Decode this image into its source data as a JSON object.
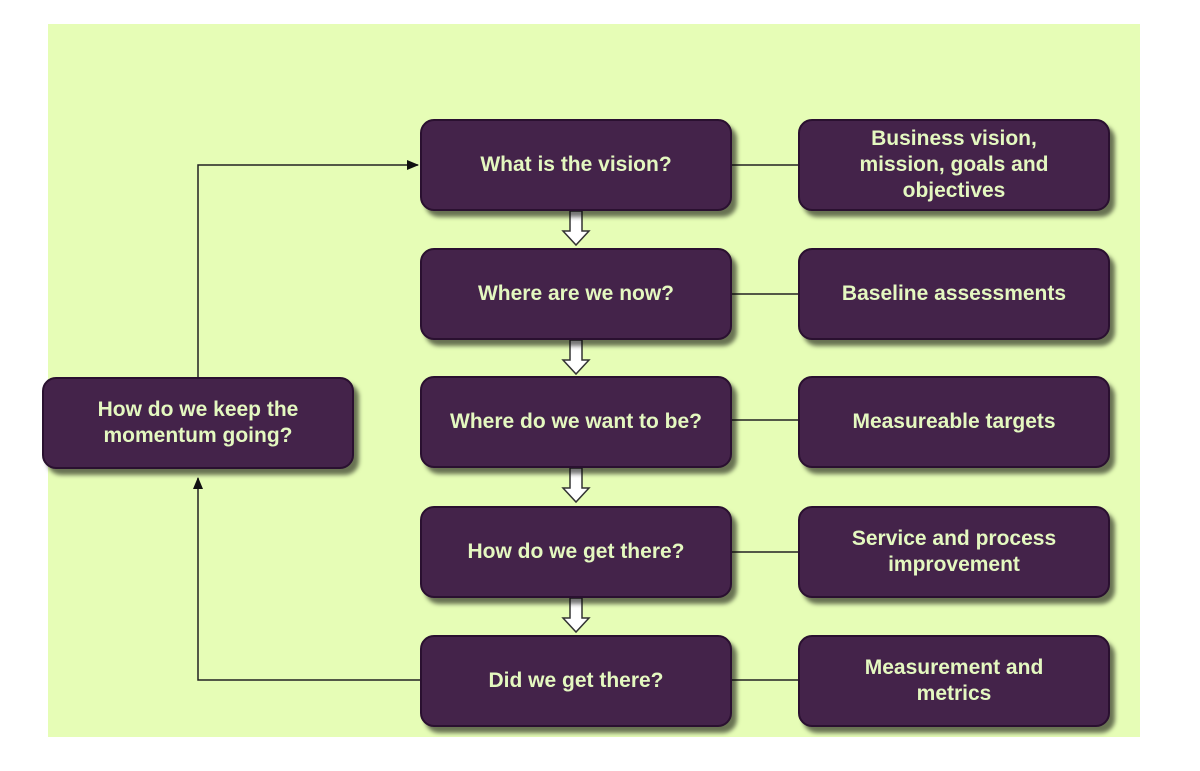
{
  "colors": {
    "background": "#e6fdb6",
    "box_fill": "#44234a",
    "box_text": "#e4f8c0",
    "connector": "#222222",
    "down_arrow_fill": "#ffffff"
  },
  "steps": [
    {
      "label": "What is the vision?"
    },
    {
      "label": "Where are we now?"
    },
    {
      "label": "Where do we want to be?"
    },
    {
      "label": "How do we get there?"
    },
    {
      "label": "Did we get there?"
    }
  ],
  "outcomes": [
    {
      "label": "Business vision, mission, goals and objectives"
    },
    {
      "label": "Baseline assessments"
    },
    {
      "label": "Measureable targets"
    },
    {
      "label": "Service and process improvement"
    },
    {
      "label": "Measurement and metrics"
    }
  ],
  "loop": {
    "label": "How do we keep the momentum going?"
  }
}
